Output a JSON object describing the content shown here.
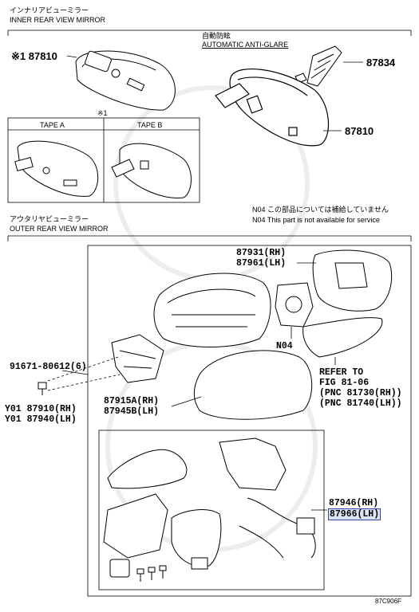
{
  "inner_section": {
    "title_jp": "インナリアビューミラー",
    "title_en": "INNER REAR VIEW MIRROR",
    "mark_part": "※1 87810",
    "anti_glare_jp": "自動防眩",
    "anti_glare_en": "AUTOMATIC ANTI-GLARE",
    "part_87834": "87834",
    "part_87810": "87810",
    "tape_mark": "※1",
    "tape_a": "TAPE A",
    "tape_b": "TAPE B"
  },
  "notice": {
    "jp": "N04 この部品については補給していません",
    "en": "N04 This part is not available for service"
  },
  "outer_section": {
    "title_jp": "アウタリヤビューミラー",
    "title_en": "OUTER REAR VIEW MIRROR",
    "glass_rh": "87931(RH)",
    "glass_lh": "87961(LH)",
    "n04": "N04",
    "bolt": "91671-80612(6)",
    "y01_rh": "Y01 87910(RH)",
    "y01_lh": "Y01 87940(LH)",
    "cover_rh": "87915A(RH)",
    "cover_lh": "87945B(LH)",
    "refer_1": "REFER TO",
    "refer_2": "FIG 81-06",
    "refer_3": "(PNC 81730(RH))",
    "refer_4": "(PNC 81740(LH))",
    "sub_rh": "87946(RH)",
    "sub_lh": "87966(LH)"
  },
  "figure_code": "87C906F"
}
